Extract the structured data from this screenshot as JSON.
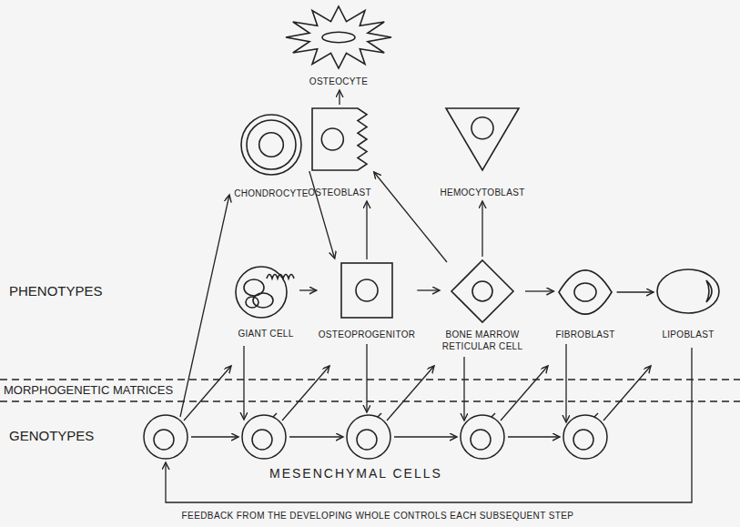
{
  "diagram": {
    "nodes": [
      {
        "text": [
          "OSTEOCYTE"
        ]
      },
      {
        "text": [
          "CHONDROCYTE"
        ]
      },
      {
        "text": [
          "OSTEOBLAST"
        ]
      },
      {
        "text": [
          "HEMOCYTOBLAST"
        ]
      },
      {
        "text": [
          "GIANT CELL"
        ]
      },
      {
        "text": [
          "OSTEOPROGENITOR"
        ]
      },
      {
        "text": [
          "BONE MARROW RETICULAR CELL"
        ]
      },
      {
        "text": [
          "FIBROBLAST"
        ]
      },
      {
        "text": [
          "LIPOBLAST"
        ]
      }
    ],
    "edges": [
      {
        "from": 4,
        "to": 5,
        "arrow": "to"
      },
      {
        "from": 1,
        "to": 5,
        "arrow": "to"
      },
      {
        "from": 5,
        "to": 2,
        "arrow": "to"
      },
      {
        "from": 5,
        "to": 6,
        "arrow": "to"
      },
      {
        "from": 6,
        "to": 2,
        "arrow": "to"
      },
      {
        "from": 6,
        "to": 3,
        "arrow": "to"
      },
      {
        "from": 6,
        "to": 7,
        "arrow": "to"
      },
      {
        "from": 7,
        "to": 8,
        "arrow": "to"
      },
      {
        "from": 2,
        "to": 0,
        "arrow": "to"
      }
    ],
    "labels": [
      "PHENOTYPES",
      "MORPHOGENETIC MATRICES",
      "GENOTYPES",
      "MESENCHYMAL CELLS",
      "FEEDBACK FROM THE DEVELOPING WHOLE CONTROLS EACH SUBSEQUENT STEP"
    ]
  }
}
